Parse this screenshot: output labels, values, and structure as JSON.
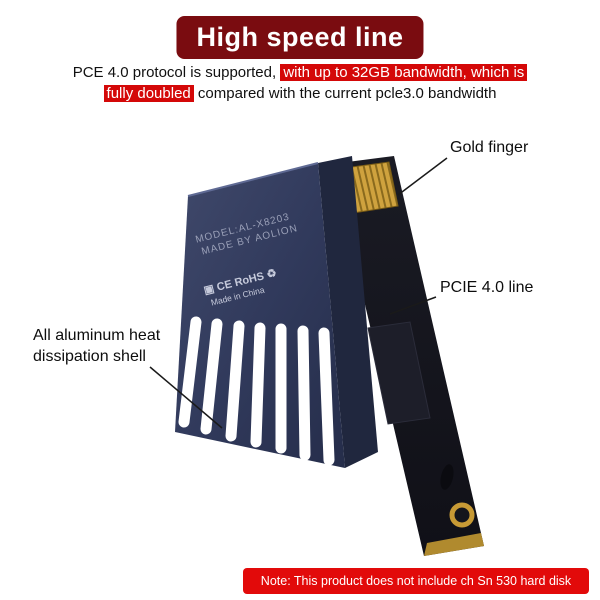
{
  "title": "High speed line",
  "description": {
    "line1_plain": "PCE 4.0 protocol is supported, ",
    "line1_highlight": "with up to 32GB bandwidth, which is",
    "line2_highlight": "fully doubled",
    "line2_plain": " compared with the current pcle3.0 bandwidth"
  },
  "callouts": {
    "gold_finger": "Gold finger",
    "pcie_line": "PCIE 4.0 line",
    "shell_line1": "All aluminum heat",
    "shell_line2": "dissipation shell"
  },
  "product": {
    "model_line1": "MODEL:AL-X8203",
    "model_line2": "MADE BY AOLION",
    "cert_badges": "▣ CE RoHS ♻",
    "made_in": "Made in China"
  },
  "note": "Note: This product does not include ch Sn 530 hard disk",
  "colors": {
    "title_bg": "#7a0c10",
    "highlight_red": "#d40808",
    "note_red": "#e20a0a",
    "shell_navy": "#313a5c",
    "shell_side": "#20273e",
    "pcb_dark": "#14151c",
    "gold": "#c79a35"
  }
}
